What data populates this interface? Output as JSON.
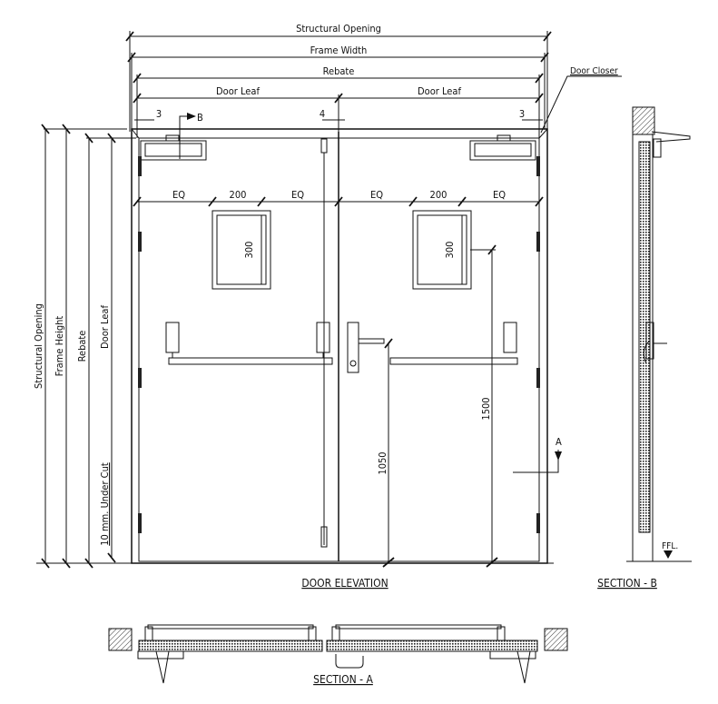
{
  "elevation": {
    "dims_top": {
      "structural_opening": "Structural Opening",
      "frame_width": "Frame Width",
      "rebate": "Rebate",
      "door_leaf_left": "Door Leaf",
      "door_leaf_right": "Door Leaf",
      "gap_left": "3",
      "gap_center": "4",
      "gap_right": "3"
    },
    "section_marker_b": "B",
    "door_closer_label": "Door Closer",
    "vision_panel": {
      "eq1": "EQ",
      "width1": "200",
      "eq2": "EQ",
      "eq3": "EQ",
      "width2": "200",
      "eq4": "EQ",
      "height1": "300",
      "height2": "300"
    },
    "dims_side": {
      "structural_opening": "Structural Opening",
      "frame_height": "Frame Height",
      "rebate": "Rebate",
      "door_leaf": "Door Leaf",
      "under_cut": "10 mm. Under Cut"
    },
    "handle_height": "1050",
    "panel_height": "1500",
    "section_marker_a": "A",
    "title": "DOOR ELEVATION"
  },
  "section_b": {
    "title": "SECTION - B",
    "ffl": "FFL."
  },
  "section_a": {
    "title": "SECTION - A"
  }
}
